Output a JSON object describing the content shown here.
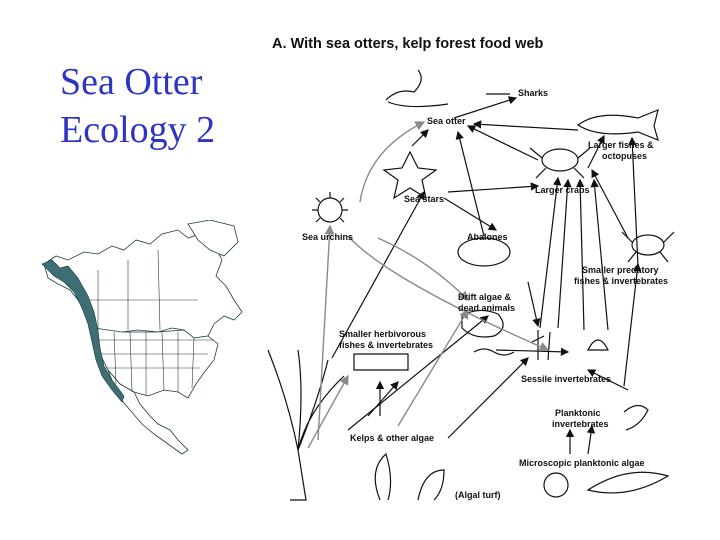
{
  "slide": {
    "title_line1": "Sea Otter",
    "title_line2": "Ecology 2"
  },
  "diagram": {
    "title": "A.  With sea otters, kelp forest food web",
    "nodes": {
      "sharks": "Sharks",
      "sea_otter": "Sea otter",
      "larger_fishes_1": "Larger fishes &",
      "larger_fishes_2": "octopuses",
      "sea_stars": "Sea stars",
      "larger_crabs": "Larger crabs",
      "sea_urchins": "Sea urchins",
      "abalones": "Abalones",
      "smaller_predatory_1": "Smaller predatory",
      "smaller_predatory_2": "fishes & invertebrates",
      "drift_algae_1": "Drift algae &",
      "drift_algae_2": "dead animals",
      "smaller_herbivorous_1": "Smaller herbivorous",
      "smaller_herbivorous_2": "fishes & invertebrates",
      "sessile": "Sessile invertebrates",
      "planktonic_1": "Planktonic",
      "planktonic_2": "invertebrates",
      "kelps": "Kelps & other algae",
      "microscopic": "Microscopic planktonic algae",
      "algal_turf": "(Algal turf)"
    },
    "colors": {
      "title": "#2e35c0",
      "map_fill": "#3d6e74",
      "arrow_dark": "#111111",
      "arrow_gray": "#8a8a8a"
    }
  }
}
